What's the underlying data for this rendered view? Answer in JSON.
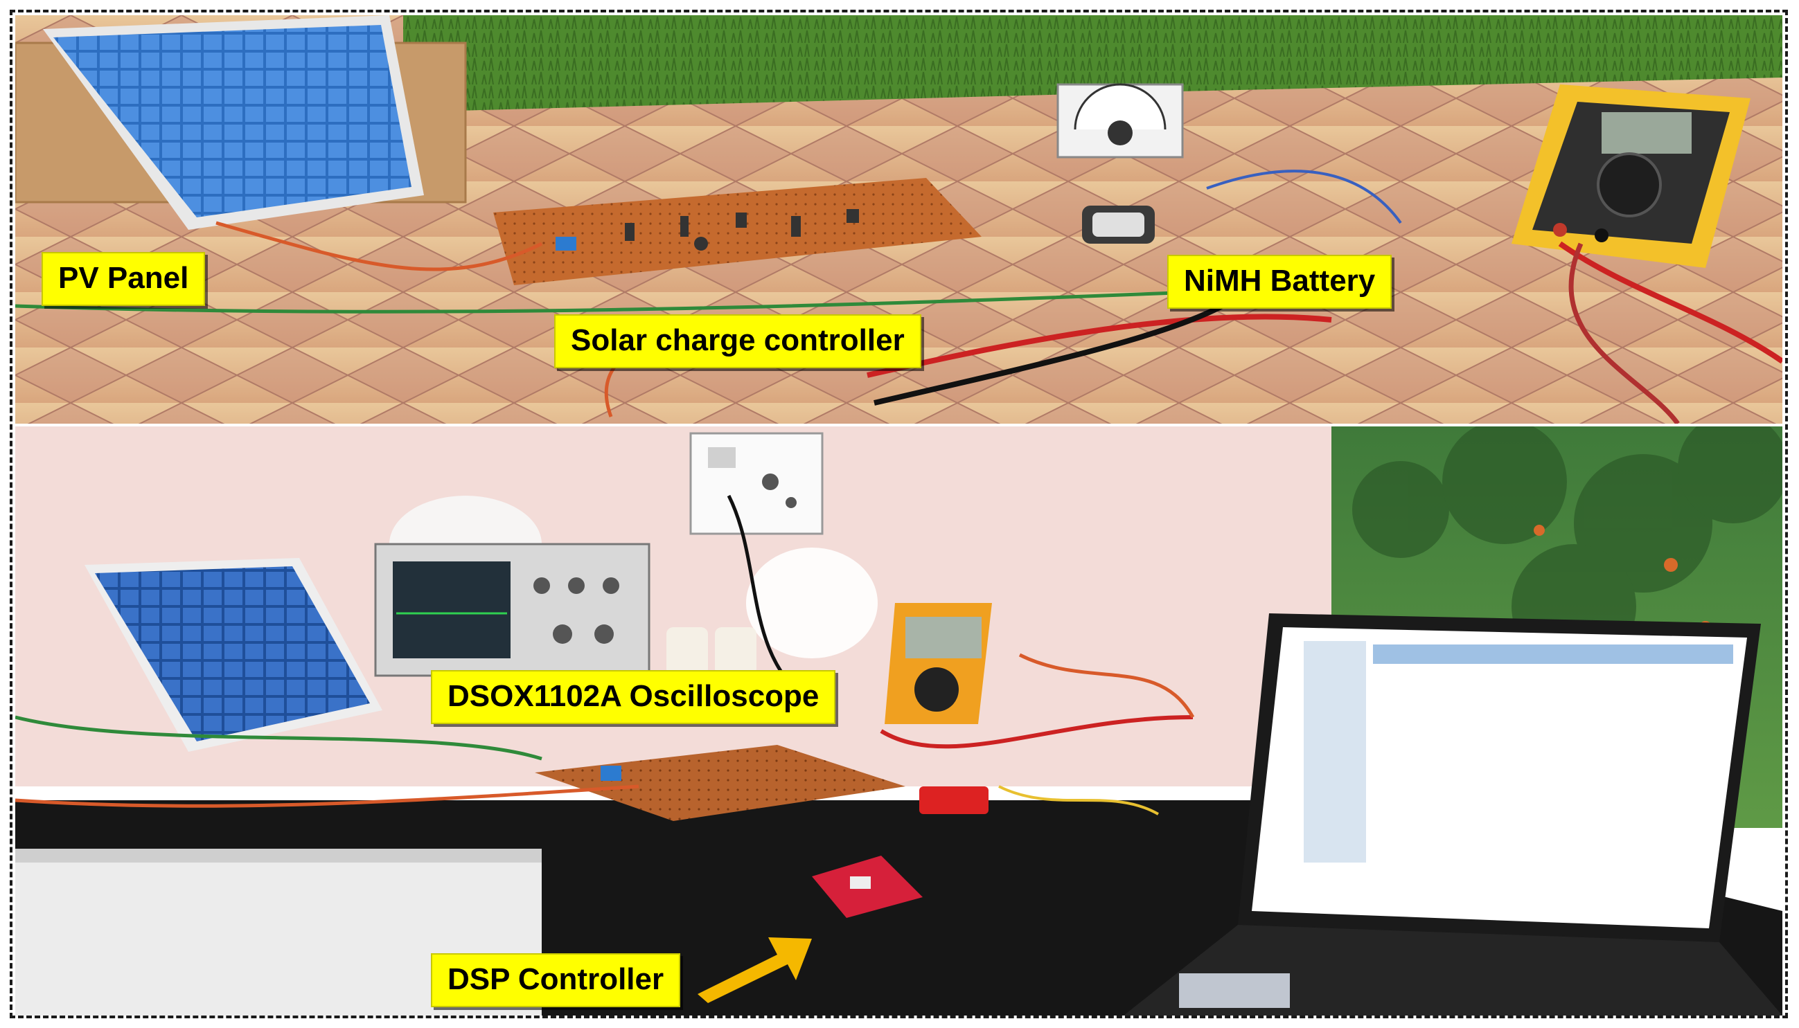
{
  "labels": {
    "pv_panel": "PV Panel",
    "nimh_battery": "NiMH Battery",
    "solar_charge_controller": "Solar charge controller",
    "oscilloscope": "DSOX1102A Oscilloscope",
    "dsp_controller": "DSP Controller"
  },
  "colors": {
    "label_background": "#ffff00",
    "label_text": "#000000",
    "frame_border": "#1a1a1a",
    "arrow": "#f5b800"
  }
}
